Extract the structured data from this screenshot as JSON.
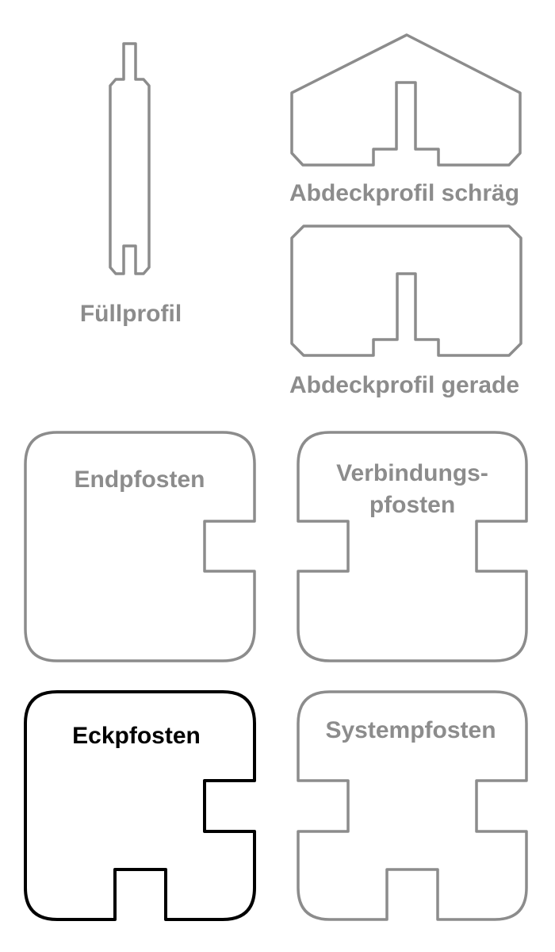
{
  "profiles": {
    "fuellprofil": "Füllprofil",
    "abdeckprofil_schraeg": "Abdeckprofil schräg",
    "abdeckprofil_gerade": "Abdeckprofil gerade"
  },
  "posts": {
    "endpfosten": "Endpfosten",
    "verbindungspfosten_line1": "Verbindungs-",
    "verbindungspfosten_line2": "pfosten",
    "eckpfosten": "Eckpfosten",
    "systempfosten": "Systempfosten"
  },
  "colors": {
    "outline": "#8c8c8c",
    "label": "#8c8c8c",
    "highlight": "#000000"
  }
}
